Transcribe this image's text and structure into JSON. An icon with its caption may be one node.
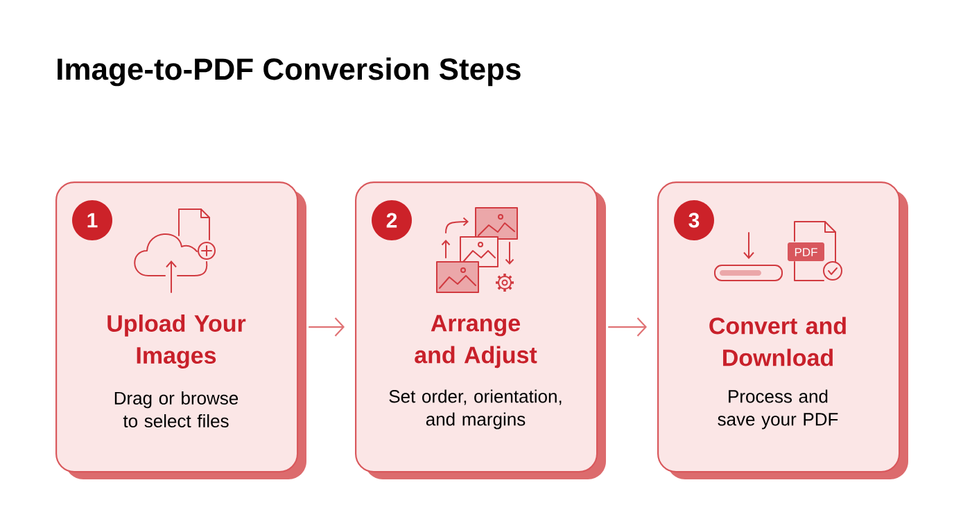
{
  "diagram": {
    "title": "Image-to-PDF Conversion Steps",
    "nodes": [
      {
        "text": [
          "Upload Your Images",
          "Drag or browse to select files"
        ]
      },
      {
        "text": [
          "1"
        ],
        "in": 0
      },
      {
        "text": [
          "Arrange and Adjust",
          "Set order, orientation, and margins"
        ]
      },
      {
        "text": [
          "2"
        ],
        "in": 2
      },
      {
        "text": [
          "Convert and Download",
          "Process and save your PDF"
        ]
      },
      {
        "text": [
          "3"
        ],
        "in": 4
      }
    ],
    "edges": [
      {
        "from": 0,
        "to": 2,
        "arrow": "to"
      },
      {
        "from": 2,
        "to": 4,
        "arrow": "to"
      }
    ],
    "labels": [
      "PDF"
    ]
  }
}
